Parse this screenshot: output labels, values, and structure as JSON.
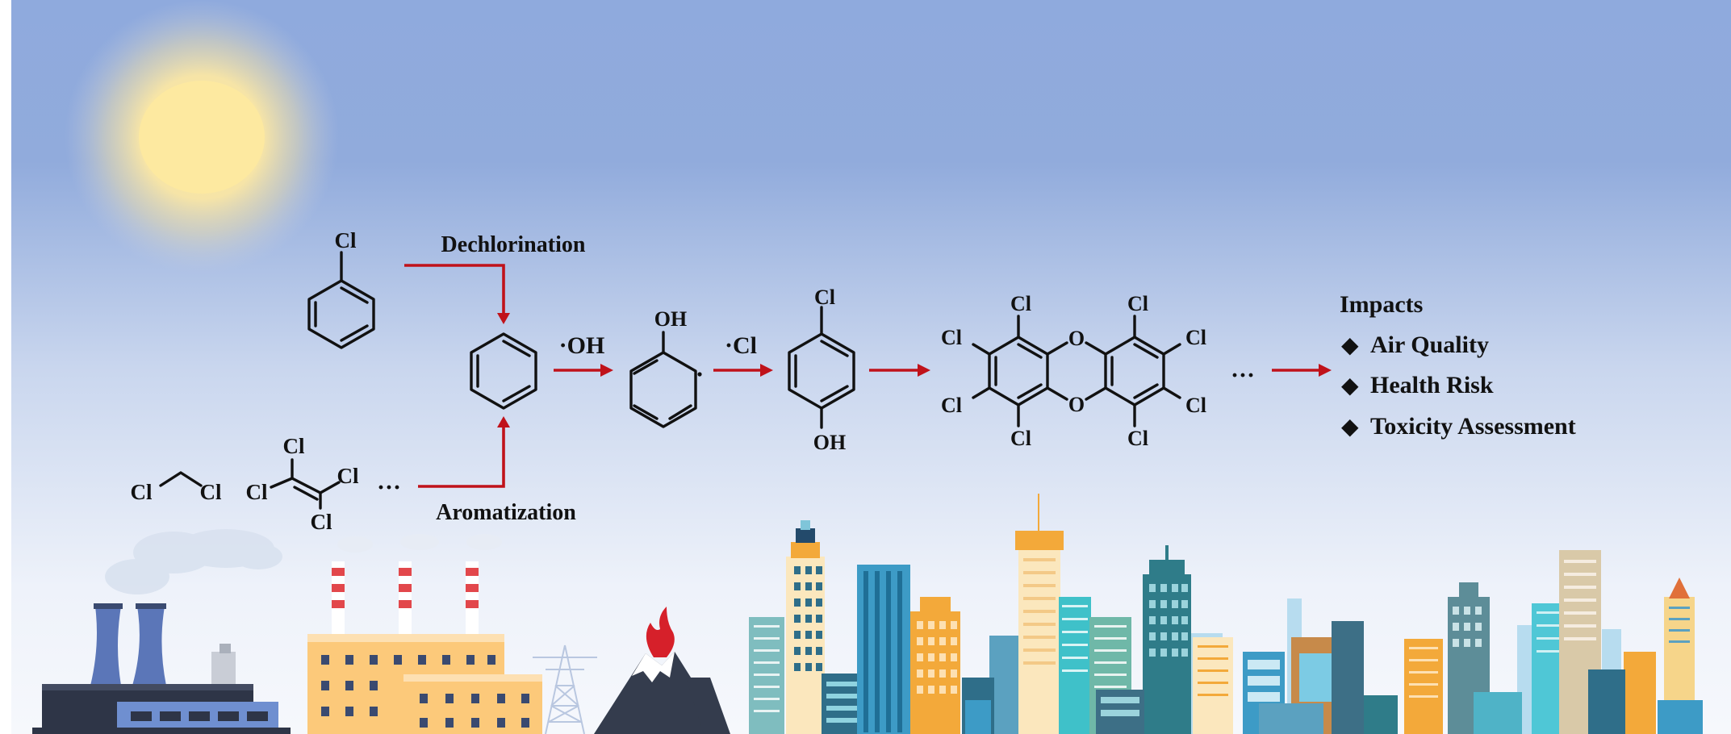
{
  "diagram": {
    "colors": {
      "sky_top": "#8faadd",
      "sky_bottom": "#f2f5fb",
      "sun": "#fde9a0",
      "arrow": "#c0121a"
    },
    "precursors": {
      "chlorobenzene_cl": "Cl",
      "dcm": {
        "cl_left": "Cl",
        "cl_right": "Cl"
      },
      "tce": {
        "cl_top": "Cl",
        "cl_left": "Cl",
        "cl_right": "Cl",
        "cl_bottom": "Cl"
      },
      "ellipsis": "···"
    },
    "steps": {
      "dechlorination": "Dechlorination",
      "aromatization": "Aromatization",
      "oh_radical": "·OH",
      "cl_radical": "·Cl"
    },
    "intermediates": {
      "phenoxy_oh": "OH",
      "chlorophenol_cl": "Cl",
      "chlorophenol_oh": "OH"
    },
    "dioxin": {
      "o_top": "O",
      "o_bottom": "O",
      "cl": [
        "Cl",
        "Cl",
        "Cl",
        "Cl",
        "Cl",
        "Cl",
        "Cl",
        "Cl"
      ]
    },
    "after_dioxin_ellipsis": "···",
    "impacts": {
      "title": "Impacts",
      "bullet": "◆",
      "items": [
        "Air Quality",
        "Health Risk",
        "Toxicity Assessment"
      ]
    },
    "scenery": [
      "sun-icon",
      "power-plant-icon",
      "chemical-factory-icon",
      "transmission-tower-icon",
      "volcano-icon",
      "city-skyline-icon"
    ]
  }
}
